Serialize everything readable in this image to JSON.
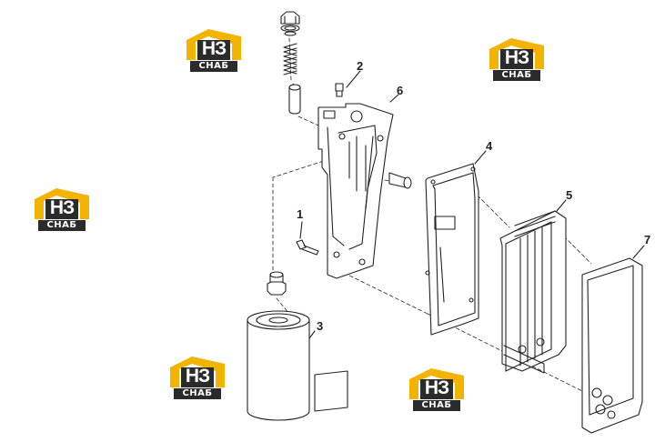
{
  "callouts": [
    {
      "id": "1",
      "label": "1"
    },
    {
      "id": "2",
      "label": "2"
    },
    {
      "id": "3",
      "label": "3"
    },
    {
      "id": "4",
      "label": "4"
    },
    {
      "id": "5",
      "label": "5"
    },
    {
      "id": "6",
      "label": "6"
    },
    {
      "id": "7",
      "label": "7"
    }
  ],
  "watermark": {
    "big_text": "НЗ",
    "small_text": "СНАБ",
    "colors": {
      "yellow": "#f2b400",
      "dark": "#2b2b2b",
      "white": "#ffffff"
    }
  },
  "colors": {
    "line": "#222222",
    "background": "#ffffff"
  }
}
